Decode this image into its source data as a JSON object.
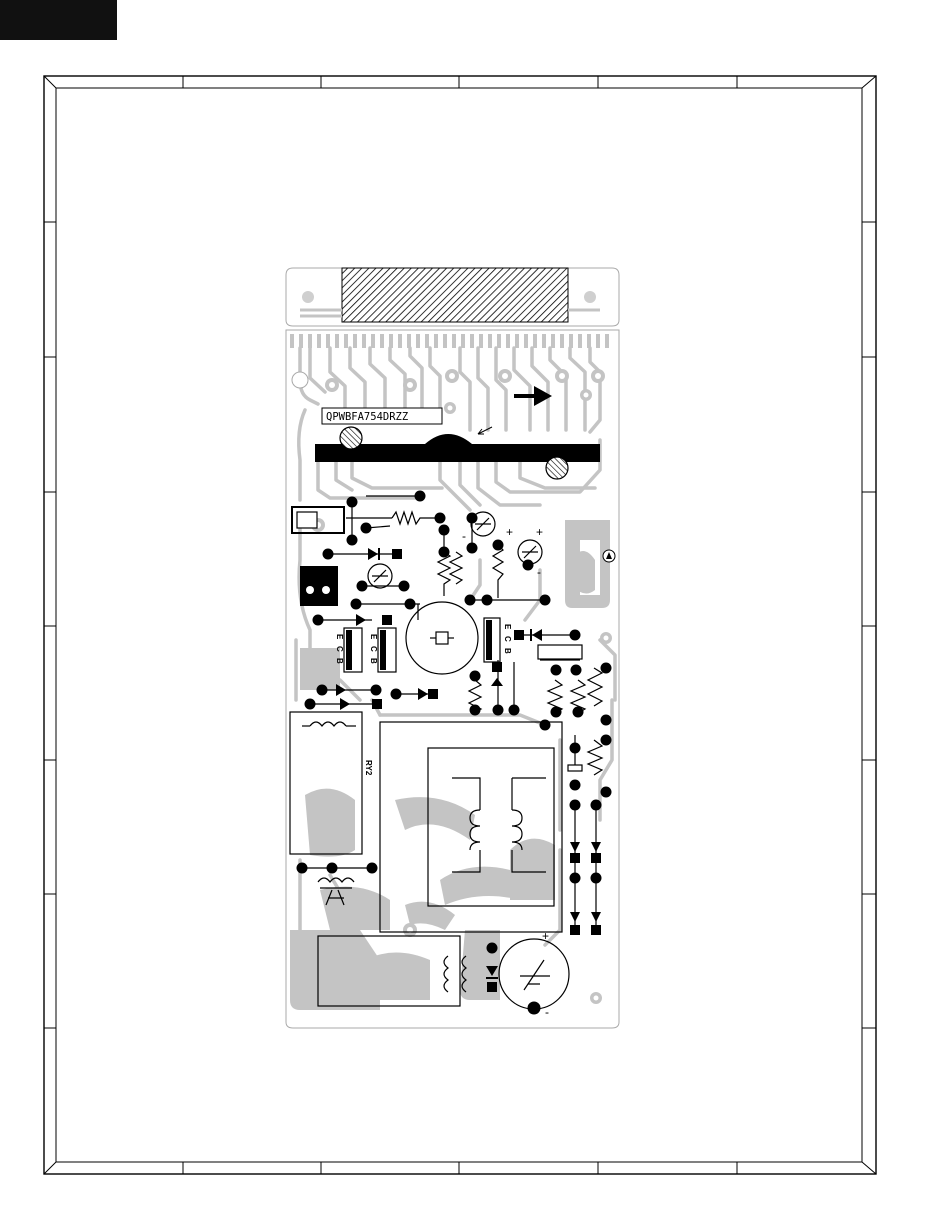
{
  "board": {
    "part_number": "QPWBFA754DRZZ",
    "relay_ref": "RY2",
    "transistor_pins": [
      "E",
      "C",
      "B"
    ],
    "polarity_plus": "+",
    "polarity_minus": "-"
  },
  "colors": {
    "header_block": "#111111",
    "trace": "#bdbdbd",
    "ink": "#000000",
    "board_edge": "#aaaaaa"
  }
}
